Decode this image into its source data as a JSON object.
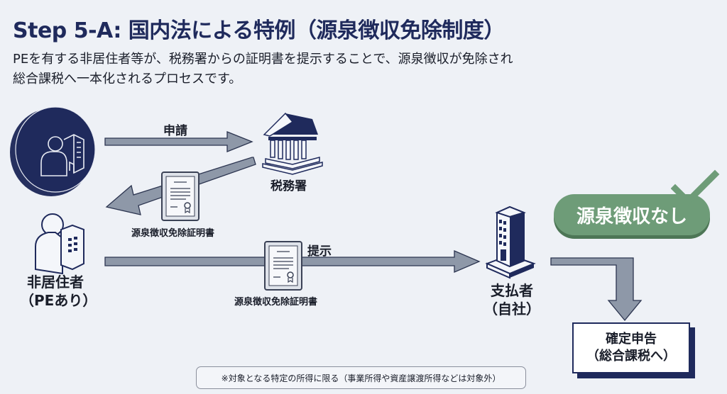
{
  "header": {
    "title": "Step 5-A: 国内法による特例（源泉徴収免除制度）",
    "description_lines": [
      "PEを有する非居住者等が、税務署からの証明書を提示することで、源泉徴収が免除され",
      "総合課税へ一本化されるプロセスです。"
    ]
  },
  "colors": {
    "navy": "#1f2a5c",
    "arrow_fill": "#8e98a8",
    "green": "#6e9c78",
    "background": "#eef1f6"
  },
  "nodes": {
    "applicant_icon": "person-building-coin-icon",
    "nonresident": {
      "icon": "person-building-icon",
      "line1": "非居住者",
      "line2": "（PEあり）"
    },
    "tax_office": {
      "icon": "government-building-icon",
      "label": "税務署"
    },
    "payer": {
      "icon": "office-tower-icon",
      "line1": "支払者",
      "line2": "（自社）"
    },
    "no_withholding_badge": {
      "label": "源泉徴収なし",
      "icon": "checkmark-icon"
    },
    "final_return": {
      "line1": "確定申告",
      "line2": "（総合課税へ）"
    }
  },
  "flows": {
    "apply_label": "申請",
    "certificate_return_label": "源泉徴収免除証明書",
    "present_label": "提示",
    "certificate_present_label": "源泉徴収免除証明書"
  },
  "note": "※対象となる特定の所得に限る（事業所得や資産譲渡所得などは対象外）"
}
